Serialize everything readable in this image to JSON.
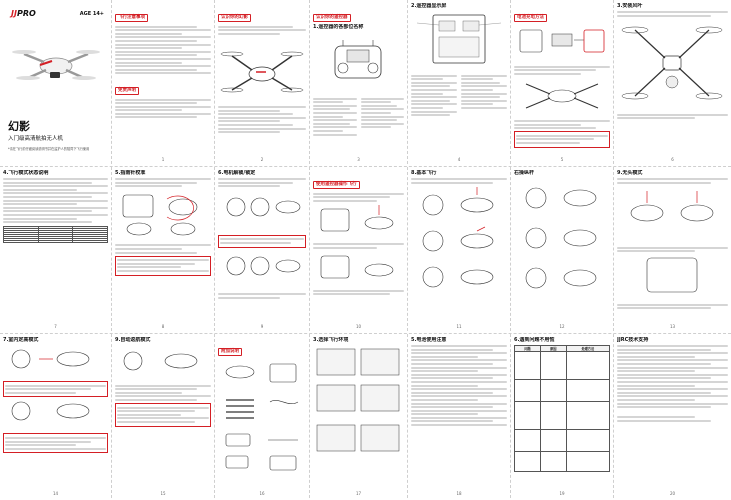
{
  "cover": {
    "logo_prefix": "JJ",
    "logo_suffix": "PRO",
    "age": "AGE 14+",
    "title": "幻影",
    "subtitle": "入门级高清航拍无人机",
    "note": "*请在飞行前仔细阅读说明书并在监护人的陪同下飞行使用"
  },
  "p1": {
    "tag": "飞行注意事项",
    "num": "1"
  },
  "p1b": {
    "tag": "免责声明"
  },
  "p2": {
    "tag": "认识你的幻影",
    "num": "2"
  },
  "p3": {
    "tag": "认识你的遥控器",
    "sub": "1.遥控器的各部位名称",
    "num": "3"
  },
  "p4": {
    "heading": "2.遥控器显示屏",
    "num": "4"
  },
  "p5": {
    "tag": "电池充电方法",
    "num": "5"
  },
  "p6": {
    "heading": "3.安装风叶",
    "num": "6"
  },
  "p7": {
    "heading": "4.飞行模式状态说明",
    "num": "7"
  },
  "p8": {
    "heading": "5.指南针校准",
    "num": "8"
  },
  "p9": {
    "heading": "6.电机解锁/锁定",
    "num": "9"
  },
  "p10": {
    "tag": "使用遥控器操作飞行",
    "num": "10"
  },
  "p11": {
    "heading": "8.基本飞行",
    "num": "11"
  },
  "p12": {
    "heading": "右操纵杆",
    "num": "12"
  },
  "p13": {
    "heading": "9.无头模式",
    "num": "13"
  },
  "p14": {
    "heading": "7.室内定高模式",
    "num": "14"
  },
  "p15": {
    "heading": "9.自动返航模式",
    "num": "15"
  },
  "p16": {
    "tag": "附加说明",
    "num": "16"
  },
  "p17": {
    "heading": "3.选择飞行环境",
    "num": "17"
  },
  "p18": {
    "heading": "5.电池使用注意",
    "num": "18"
  },
  "p19": {
    "heading": "6.遇到问题不用慌",
    "table_headers": [
      "问题",
      "原因",
      "处理方法"
    ],
    "num": "19"
  },
  "p20": {
    "heading": "JJRC技术支持",
    "num": "20"
  }
}
